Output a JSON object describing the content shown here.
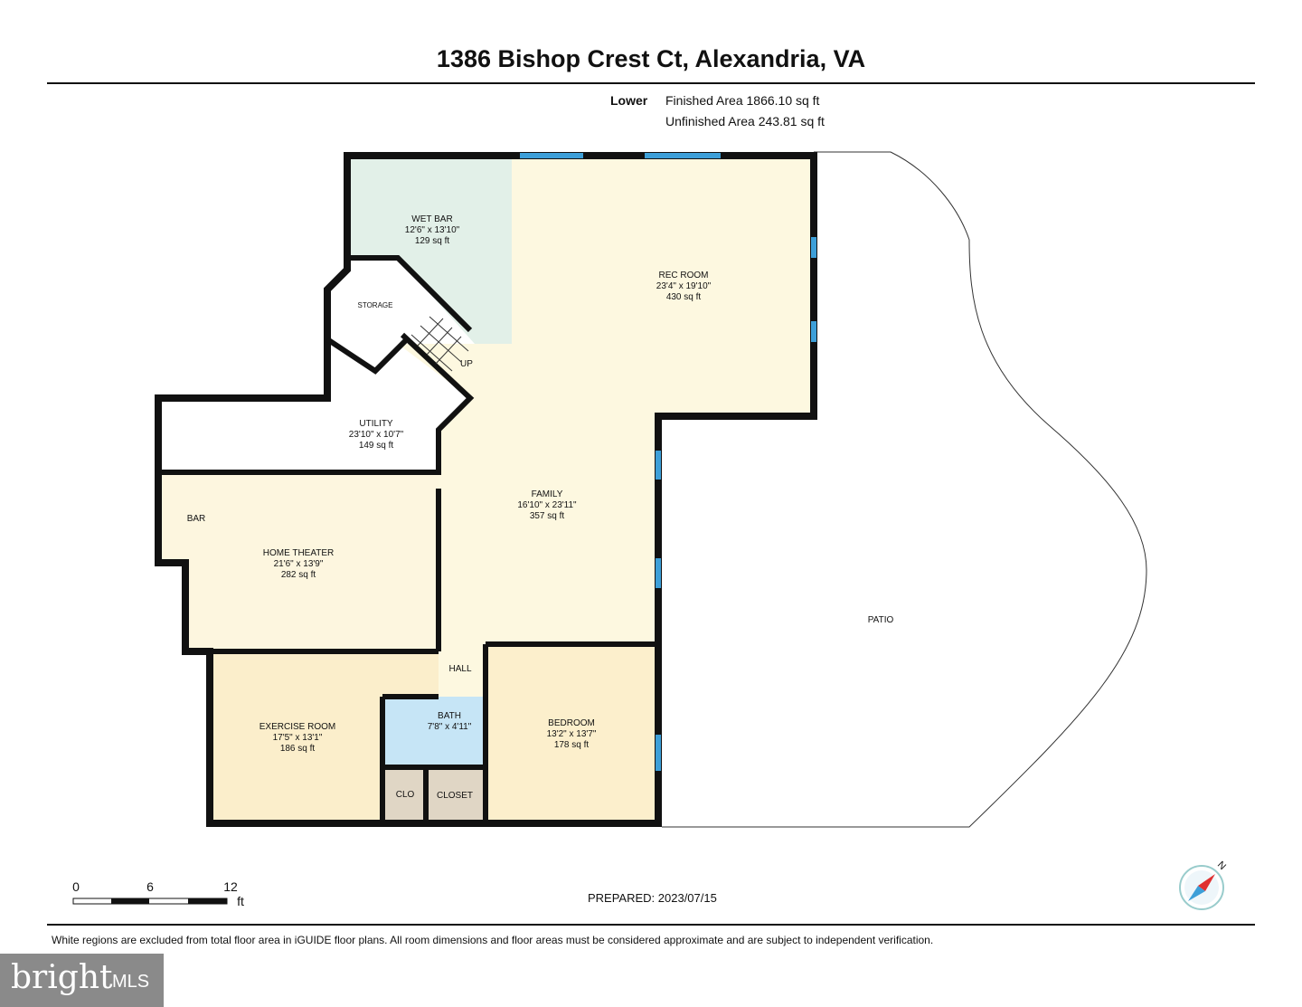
{
  "title": "1386 Bishop Crest Ct, Alexandria, VA",
  "level": "Lower",
  "finished_area": "Finished Area 1866.10 sq ft",
  "unfinished_area": "Unfinished Area 243.81 sq ft",
  "rooms": {
    "wet_bar": {
      "name": "WET BAR",
      "dims": "12'6\" x 13'10\"",
      "area": "129 sq ft"
    },
    "rec_room": {
      "name": "REC ROOM",
      "dims": "23'4\" x 19'10\"",
      "area": "430 sq ft"
    },
    "storage": {
      "name": "STORAGE"
    },
    "stairs": {
      "name": "UP"
    },
    "utility": {
      "name": "UTILITY",
      "dims": "23'10\" x 10'7\"",
      "area": "149 sq ft"
    },
    "family": {
      "name": "FAMILY",
      "dims": "16'10\" x 23'11\"",
      "area": "357 sq ft"
    },
    "home_theater": {
      "name": "HOME THEATER",
      "dims": "21'6\" x 13'9\"",
      "area": "282 sq ft"
    },
    "bar": {
      "name": "BAR"
    },
    "hall": {
      "name": "HALL"
    },
    "exercise_room": {
      "name": "EXERCISE ROOM",
      "dims": "17'5\" x 13'1\"",
      "area": "186 sq ft"
    },
    "bath": {
      "name": "BATH",
      "dims": "7'8\" x 4'11\""
    },
    "bedroom": {
      "name": "BEDROOM",
      "dims": "13'2\" x 13'7\"",
      "area": "178 sq ft"
    },
    "clo": {
      "name": "CLO"
    },
    "closet": {
      "name": "CLOSET"
    },
    "patio": {
      "name": "PATIO"
    }
  },
  "scale": {
    "ticks": [
      "0",
      "6",
      "12"
    ],
    "unit": "ft"
  },
  "compass": {
    "label": "N"
  },
  "prepared": "PREPARED: 2023/07/15",
  "disclaimer": "White regions are excluded from total floor area in iGUIDE floor plans. All room dimensions and floor areas must be considered approximate and are subject to independent verification.",
  "logo": {
    "brand": "bright",
    "suffix": "MLS"
  },
  "colors": {
    "wall": "#111111",
    "window": "#3d9fd8",
    "cream": "#fdf8e0",
    "wetbar": "#e2f0e8",
    "bath": "#c6e5f6",
    "closet": "#e0d6c5",
    "exercise": "#fbeecb"
  }
}
